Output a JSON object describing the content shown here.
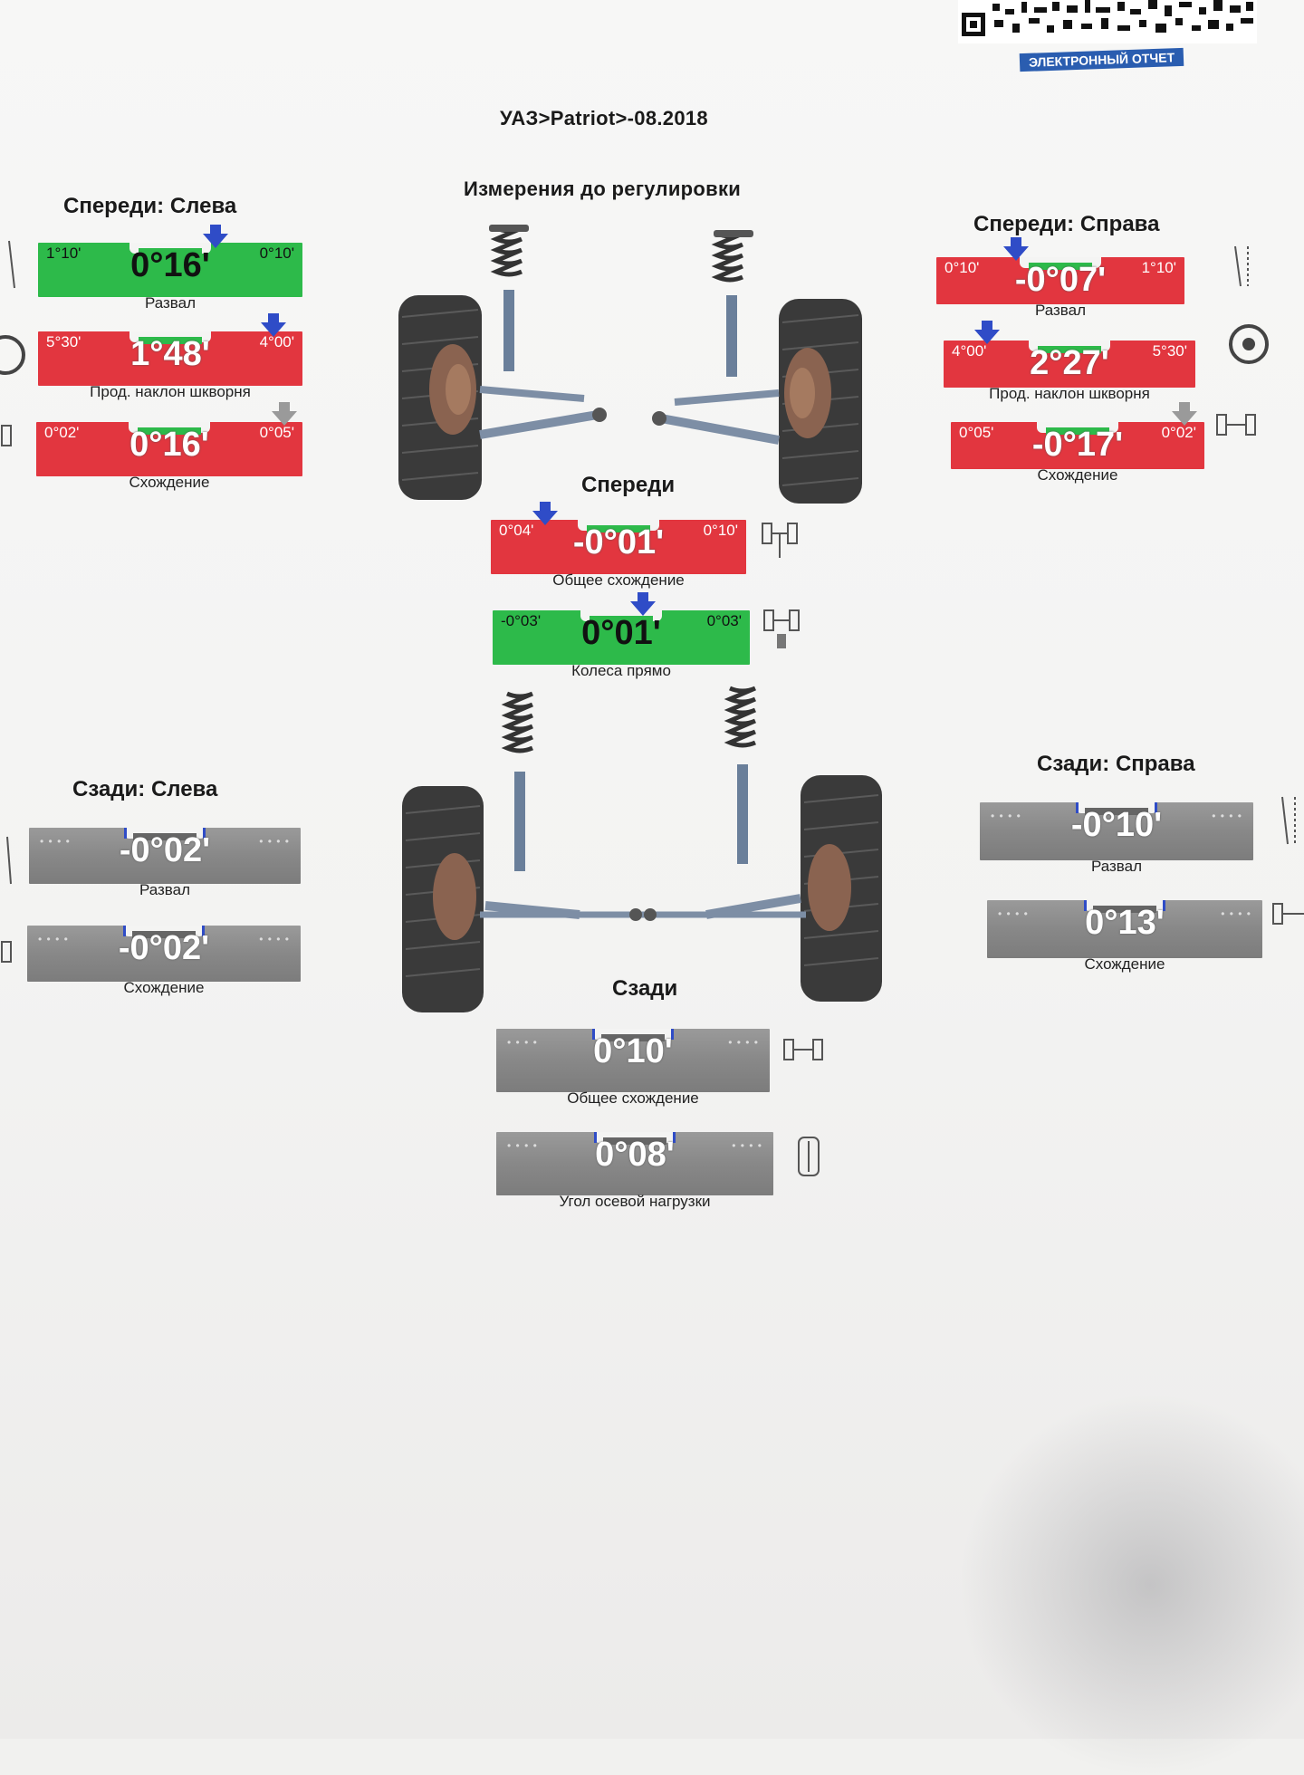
{
  "header": {
    "badge": "ЭЛЕКТРОННЫЙ ОТЧЕТ",
    "vehicle": "УАЗ>Patriot>-08.2018",
    "subtitle": "Измерения до регулировки"
  },
  "sections": {
    "front_left": "Спереди: Слева",
    "front_right": "Спереди: Справа",
    "front": "Спереди",
    "rear_left": "Сзади: Слева",
    "rear_right": "Сзади: Справа",
    "rear": "Сзади"
  },
  "gauges": {
    "fl_camber": {
      "min": "1°10'",
      "max": "0°10'",
      "value": "0°16'",
      "label": "Развал",
      "status": "green"
    },
    "fl_caster": {
      "min": "5°30'",
      "max": "4°00'",
      "value": "1°48'",
      "label": "Прод. наклон шкворня",
      "status": "red"
    },
    "fl_toe": {
      "min": "0°02'",
      "max": "0°05'",
      "value": "0°16'",
      "label": "Схождение",
      "status": "red"
    },
    "fr_camber": {
      "min": "0°10'",
      "max": "1°10'",
      "value": "-0°07'",
      "label": "Развал",
      "status": "red"
    },
    "fr_caster": {
      "min": "4°00'",
      "max": "5°30'",
      "value": "2°27'",
      "label": "Прод. наклон шкворня",
      "status": "red"
    },
    "fr_toe": {
      "min": "0°05'",
      "max": "0°02'",
      "value": "-0°17'",
      "label": "Схождение",
      "status": "red"
    },
    "front_total_toe": {
      "min": "0°04'",
      "max": "0°10'",
      "value": "-0°01'",
      "label": "Общее схождение",
      "status": "red"
    },
    "front_straight": {
      "min": "-0°03'",
      "max": "0°03'",
      "value": "0°01'",
      "label": "Колеса прямо",
      "status": "green"
    },
    "rl_camber": {
      "value": "-0°02'",
      "label": "Развал",
      "status": "gray"
    },
    "rl_toe": {
      "value": "-0°02'",
      "label": "Схождение",
      "status": "gray"
    },
    "rr_camber": {
      "value": "-0°10'",
      "label": "Развал",
      "status": "gray"
    },
    "rr_toe": {
      "value": "0°13'",
      "label": "Схождение",
      "status": "gray"
    },
    "rear_total_toe": {
      "value": "0°10'",
      "label": "Общее схождение",
      "status": "gray"
    },
    "thrust_angle": {
      "value": "0°08'",
      "label": "Угол осевой нагрузки",
      "status": "gray"
    }
  },
  "colors": {
    "red": "#e2363f",
    "green": "#2dba4a",
    "gray": "#888888",
    "marker": "#2f4cc7"
  }
}
